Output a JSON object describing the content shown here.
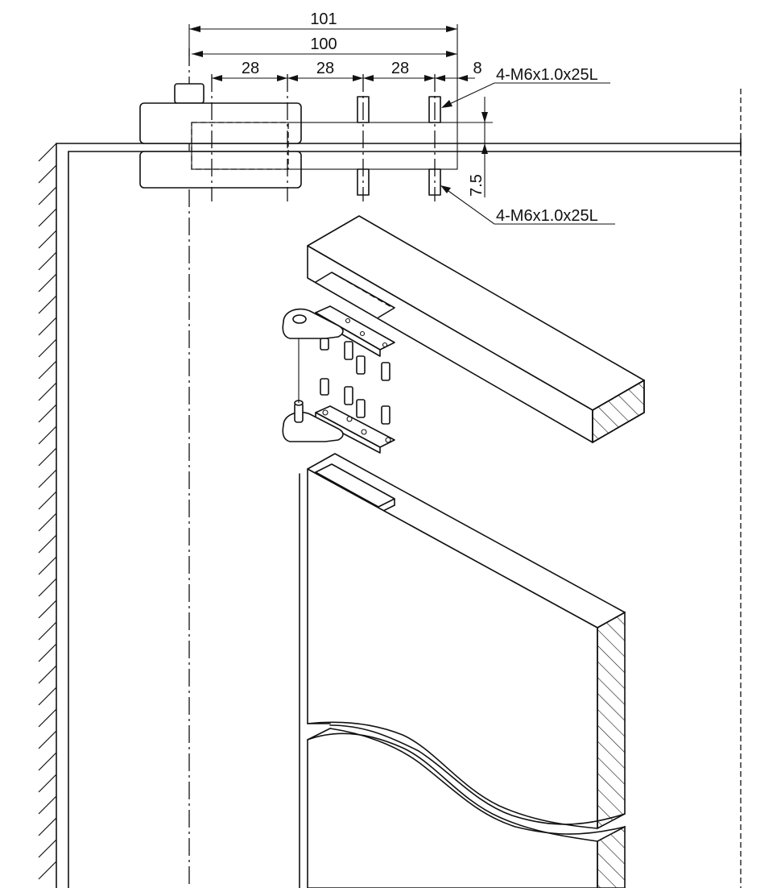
{
  "dimensions": {
    "total_outer": "101",
    "total_inner": "100",
    "spacing_1": "28",
    "spacing_2": "28",
    "spacing_3": "28",
    "edge_offset": "8",
    "height_offset": "7.5"
  },
  "callouts": {
    "top_screw_spec": "4-M6x1.0x25L",
    "bottom_screw_spec": "4-M6x1.0x25L"
  }
}
